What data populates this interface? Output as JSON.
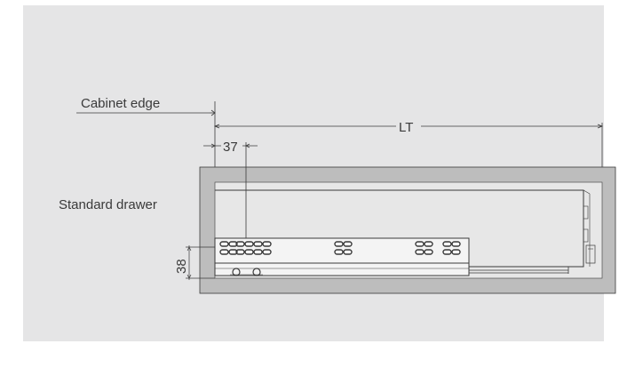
{
  "labels": {
    "cabinet_edge": "Cabinet edge",
    "standard_drawer": "Standard drawer",
    "lt": "LT",
    "dim_37": "37",
    "dim_38": "38"
  },
  "colors": {
    "background_panel": "#e5e5e6",
    "cabinet_fill": "#bdbdbd",
    "line": "#3a3a3a",
    "slide_fill": "#f4f4f4"
  }
}
